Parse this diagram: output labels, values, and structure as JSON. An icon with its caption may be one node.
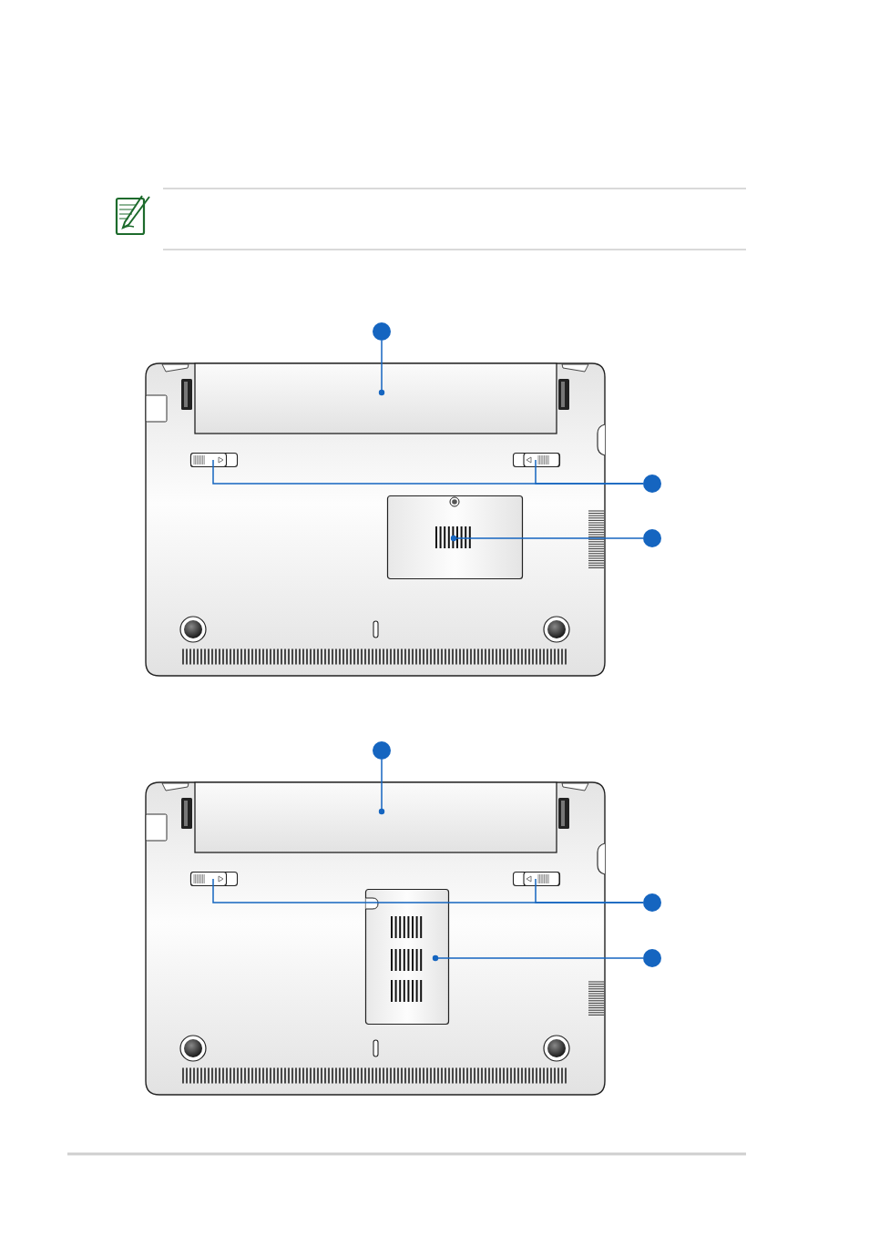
{
  "diagram": {
    "nodes": [
      {
        "text": [],
        "shape": "circle"
      },
      {
        "text": [],
        "shape": "box"
      },
      {
        "text": [],
        "shape": "circle"
      },
      {
        "text": [],
        "shape": "box"
      },
      {
        "text": [],
        "shape": "box"
      },
      {
        "text": [],
        "shape": "circle"
      },
      {
        "text": [],
        "shape": "box"
      },
      {
        "text": [],
        "shape": "circle"
      },
      {
        "text": [],
        "shape": "box"
      },
      {
        "text": [],
        "shape": "circle"
      },
      {
        "text": [],
        "shape": "box"
      },
      {
        "text": [],
        "shape": "box"
      },
      {
        "text": [],
        "shape": "circle"
      },
      {
        "text": [],
        "shape": "box"
      }
    ],
    "edges": [
      {
        "from": 0,
        "to": 1,
        "arrow": "other"
      },
      {
        "from": 2,
        "to": 3,
        "arrow": "none"
      },
      {
        "from": 2,
        "to": 4,
        "arrow": "none"
      },
      {
        "from": 5,
        "to": 6,
        "arrow": "other"
      },
      {
        "from": 7,
        "to": 8,
        "arrow": "other"
      },
      {
        "from": 9,
        "to": 10,
        "arrow": "none"
      },
      {
        "from": 9,
        "to": 11,
        "arrow": "none"
      },
      {
        "from": 12,
        "to": 13,
        "arrow": "other"
      }
    ]
  }
}
